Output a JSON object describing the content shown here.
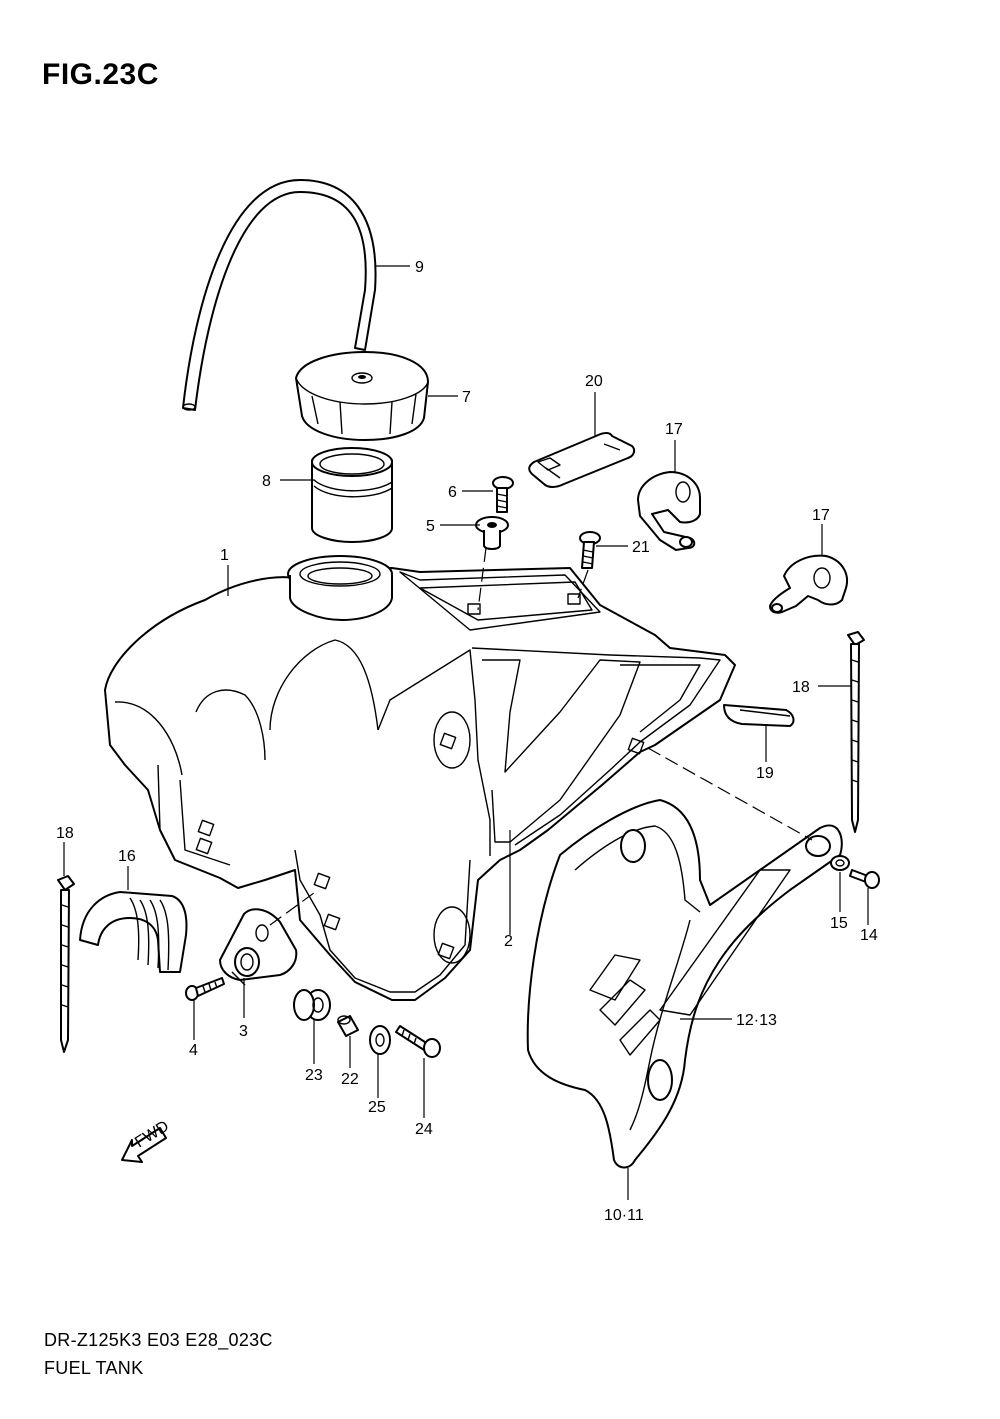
{
  "figure": {
    "title": "FIG.23C",
    "code": "DR-Z125K3 E03 E28_023C",
    "name": "FUEL TANK",
    "direction_label": "FWD"
  },
  "callouts": [
    "1",
    "2",
    "3",
    "4",
    "5",
    "6",
    "7",
    "8",
    "9",
    "10·11",
    "12·13",
    "14",
    "15",
    "16",
    "17",
    "17",
    "18",
    "18",
    "19",
    "20",
    "21",
    "22",
    "23",
    "24",
    "25"
  ]
}
